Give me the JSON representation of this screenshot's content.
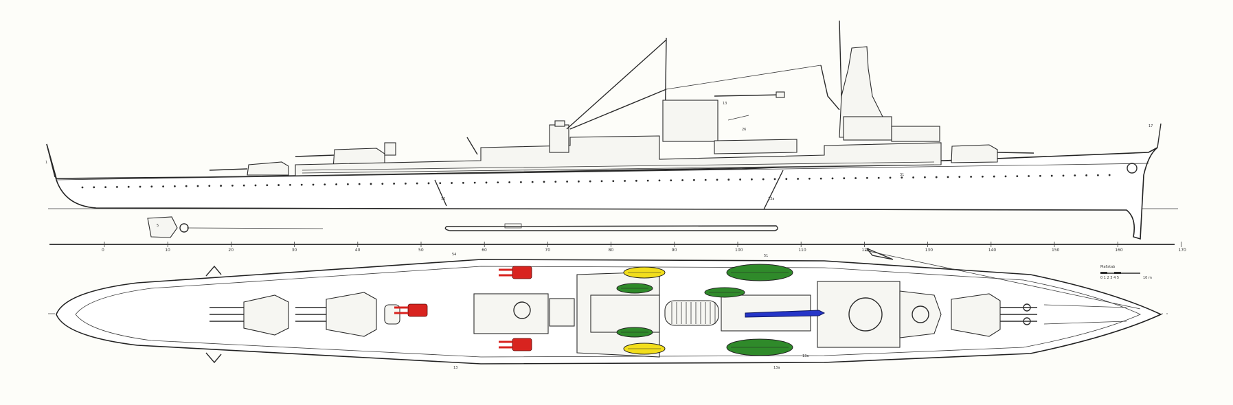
{
  "colors": {
    "red": "#d8231f",
    "yellow": "#f2de1c",
    "green": "#2f8a2a",
    "blue": "#2535c8",
    "ink": "#2b2b2b"
  },
  "frame_scale": {
    "labels": [
      "0",
      "10",
      "20",
      "30",
      "40",
      "50",
      "60",
      "70",
      "80",
      "90",
      "100",
      "110",
      "120",
      "130",
      "140",
      "150",
      "160",
      "170"
    ]
  },
  "scale_bar": {
    "label": "Maßstab",
    "ticks": "0 1 2 3 4 5",
    "unit": "10 m"
  },
  "callouts": {
    "bow_plan": "54",
    "port_plan": "51",
    "stern_plan": "13",
    "stern_plan_b": "13a",
    "tower_profile": "13",
    "aircraft_profile": "26",
    "hull_profile": "31",
    "crane_arm": "13a",
    "boom_left": "12",
    "boom_right": "13a",
    "stern_aft": "17",
    "bow_profile": "1",
    "keel": "5"
  }
}
